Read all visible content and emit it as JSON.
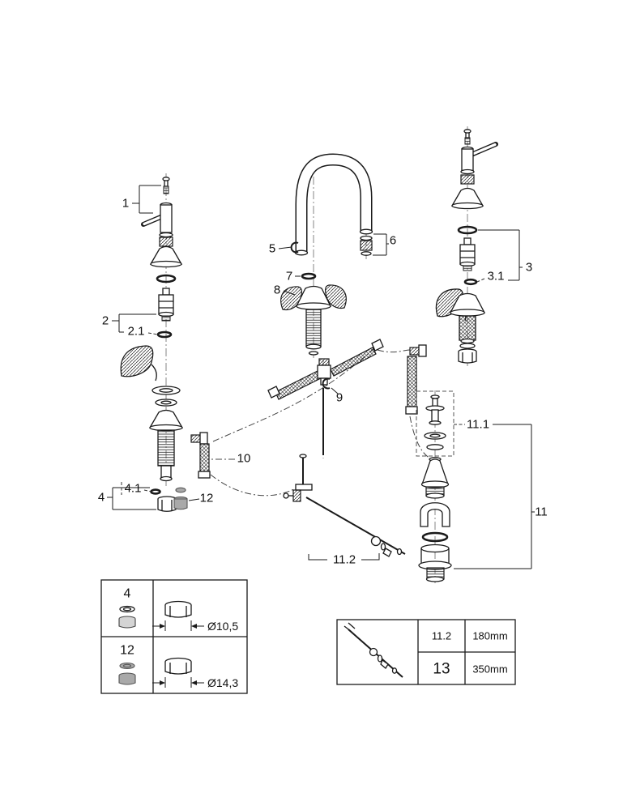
{
  "callouts": {
    "c1": "1",
    "c2": "2",
    "c2_1": "2.1",
    "c3": "3",
    "c3_1": "3.1",
    "c4": "4",
    "c4_1": "4.1",
    "c5": "5",
    "c6": "6",
    "c7": "7",
    "c8": "8",
    "c9": "9",
    "c10": "10",
    "c11": "11",
    "c11_1": "11.1",
    "c11_2": "11.2",
    "c12": "12"
  },
  "size_table": {
    "rows": [
      {
        "part": "4",
        "dimension": "Ø10,5"
      },
      {
        "part": "12",
        "dimension": "Ø14,3"
      }
    ]
  },
  "length_table": {
    "rows": [
      {
        "part": "11.2",
        "length": "180mm"
      },
      {
        "part": "13",
        "length": "350mm"
      }
    ]
  },
  "colors": {
    "line": "#1a1a1a",
    "gray_part": "#a9a9a9",
    "background": "#ffffff"
  }
}
